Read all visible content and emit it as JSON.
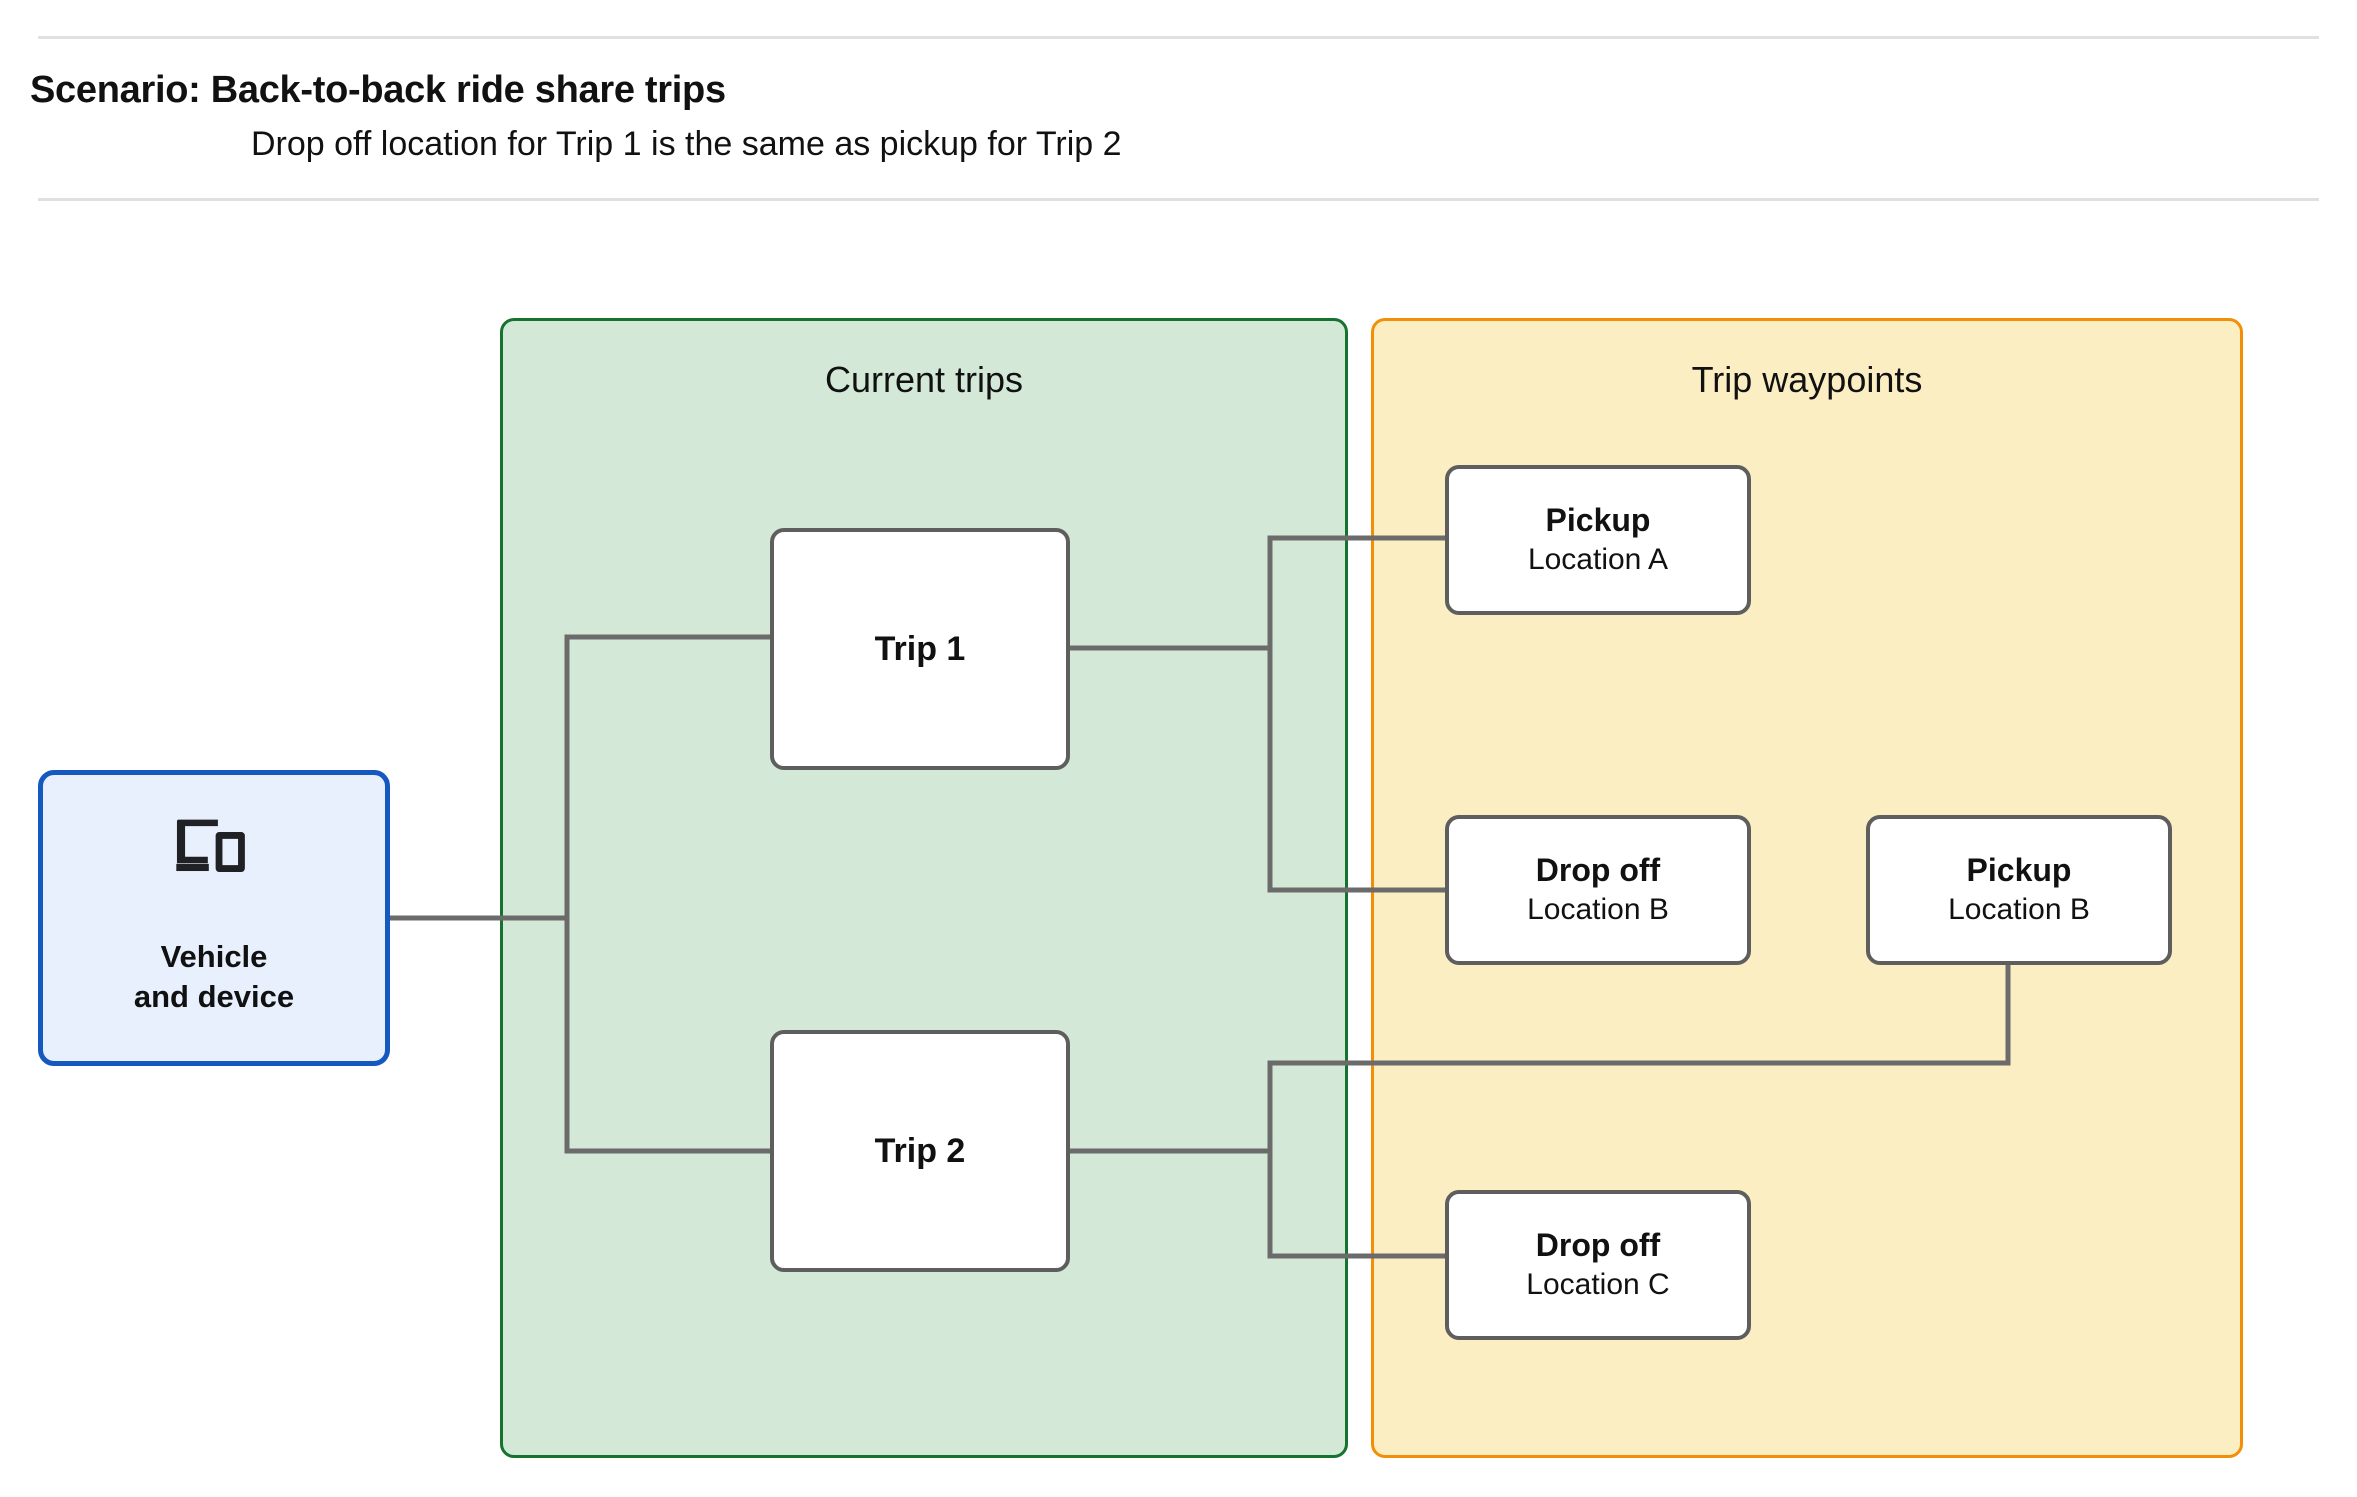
{
  "header": {
    "title": "Scenario: Back-to-back ride share trips",
    "subtitle": "Drop off  location for Trip 1 is the same as pickup for Trip 2"
  },
  "panels": {
    "current_trips": {
      "title": "Current trips",
      "fill": "#d3e8d6",
      "border": "#16722f"
    },
    "trip_waypoints": {
      "title": "Trip waypoints",
      "fill": "#fceec3",
      "border": "#f18f09"
    }
  },
  "nodes": {
    "vehicle": {
      "label": "Vehicle\nand device",
      "icon": "devices-icon",
      "fill": "#e8f0fe",
      "border": "#1558c0"
    },
    "trip_1": {
      "label": "Trip 1"
    },
    "trip_2": {
      "label": "Trip 2"
    },
    "pickup_a": {
      "title": "Pickup",
      "subtitle": "Location A"
    },
    "dropoff_b": {
      "title": "Drop off",
      "subtitle": "Location B"
    },
    "pickup_b": {
      "title": "Pickup",
      "subtitle": "Location B"
    },
    "dropoff_c": {
      "title": "Drop off",
      "subtitle": "Location C"
    }
  },
  "connectors": {
    "color": "#6b6b6b",
    "width": 5,
    "edges": [
      "vehicle-to-trip-1",
      "vehicle-to-trip-2",
      "trip-1-to-pickup-a",
      "trip-1-to-dropoff-b",
      "trip-2-to-pickup-b",
      "trip-2-to-dropoff-c"
    ]
  }
}
